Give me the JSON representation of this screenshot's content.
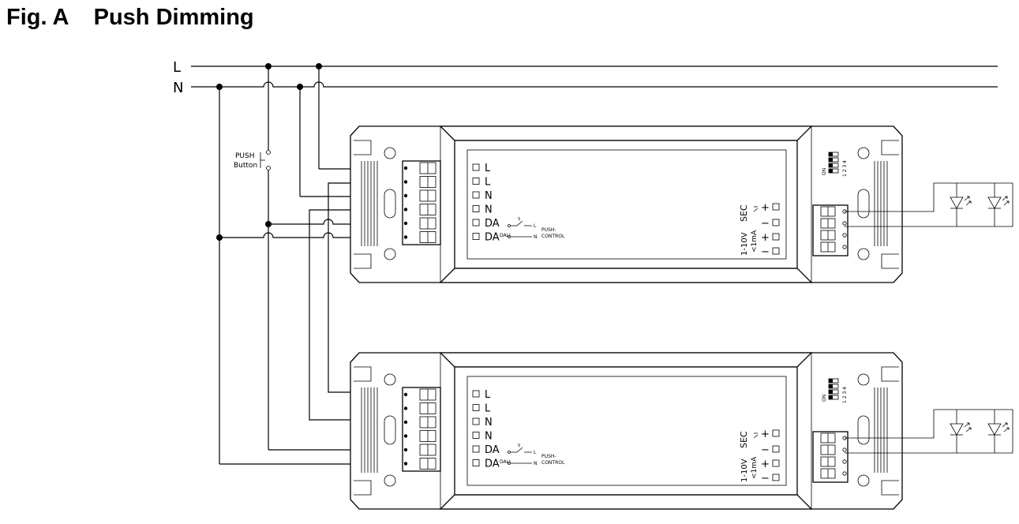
{
  "figure": {
    "title": "Fig. A    Push Dimming"
  },
  "mains": {
    "line_label": "L",
    "neutral_label": "N"
  },
  "push_button": {
    "line1": "PUSH",
    "line2": "Button"
  },
  "driver": {
    "terminals": [
      "L",
      "L",
      "N",
      "N",
      "DA",
      "DA"
    ],
    "schematic": {
      "dali": "DALI",
      "sw": "S",
      "l": "L",
      "n": "N",
      "push1": "PUSH-",
      "push2": "CONTROL"
    },
    "sec_label": "SEC",
    "dim_label1": "1-10V",
    "dim_label2": "<1mA",
    "plus": "+",
    "minus": "−",
    "dip_on": "ON",
    "dip_numbers": "1 2 3 4"
  },
  "colors": {
    "line": "#000000",
    "background": "#ffffff"
  }
}
